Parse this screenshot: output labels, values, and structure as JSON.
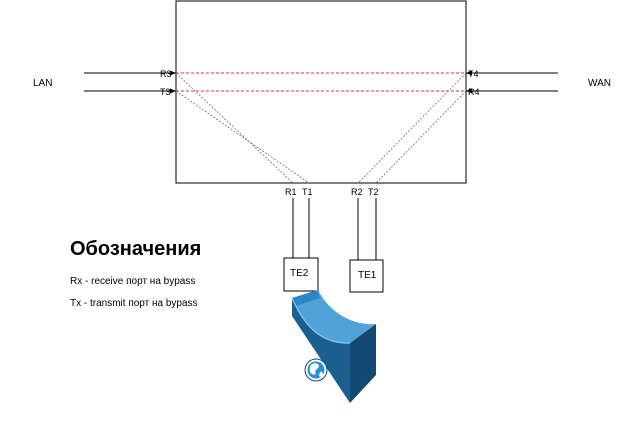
{
  "sides": {
    "left": "LAN",
    "right": "WAN"
  },
  "ports": {
    "R3": "R3",
    "T3": "T3",
    "T4": "T4",
    "R4": "R4",
    "R1": "R1",
    "T1": "T1",
    "R2": "R2",
    "T2": "T2"
  },
  "boxes": {
    "te2": "TE2",
    "te1": "TE1"
  },
  "legend": {
    "title": "Обозначения",
    "rx": "Rx - receive порт на bypass",
    "tx": "Tx - transmit порт на bypass"
  },
  "colors": {
    "line": "#000000",
    "redDash": "#e03030",
    "greyDash": "#707070",
    "server": "#1d6fa5"
  },
  "icons": {
    "server": "bypass-server-icon",
    "globe": "globe-icon"
  }
}
